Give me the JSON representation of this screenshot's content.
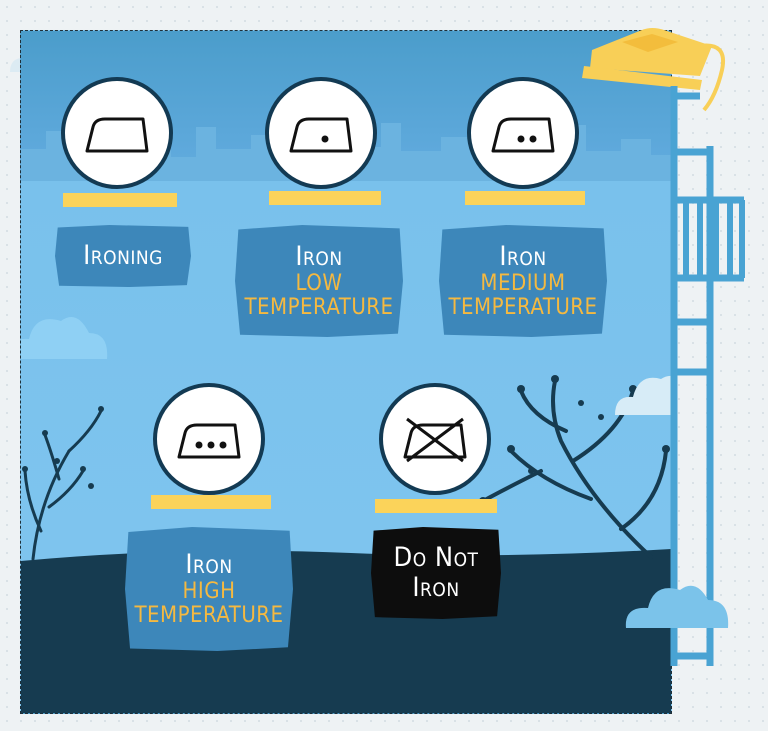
{
  "symbols": [
    {
      "id": "ironing",
      "icon": "iron-icon",
      "dots": 0,
      "line1": "Ironing",
      "line2": "",
      "line3": "",
      "dark": false
    },
    {
      "id": "iron-low",
      "icon": "iron-one-dot-icon",
      "dots": 1,
      "line1": "Iron",
      "line2": "LOW",
      "line3": "TEMPERATURE",
      "dark": false
    },
    {
      "id": "iron-medium",
      "icon": "iron-two-dots-icon",
      "dots": 2,
      "line1": "Iron",
      "line2": "MEDIUM",
      "line3": "TEMPERATURE",
      "dark": false
    },
    {
      "id": "iron-high",
      "icon": "iron-three-dots-icon",
      "dots": 3,
      "line1": "Iron",
      "line2": "HIGH",
      "line3": "TEMPERATURE",
      "dark": false
    },
    {
      "id": "do-not-iron",
      "icon": "iron-crossed-icon",
      "dots": 0,
      "line1": "Do Not",
      "line2": "Iron",
      "line3": "",
      "dark": true
    }
  ],
  "colors": {
    "accent_yellow": "#fbd35a",
    "label_blue": "#3d87ba",
    "temperature_orange": "#f5b940",
    "ground_navy": "#163b50"
  }
}
